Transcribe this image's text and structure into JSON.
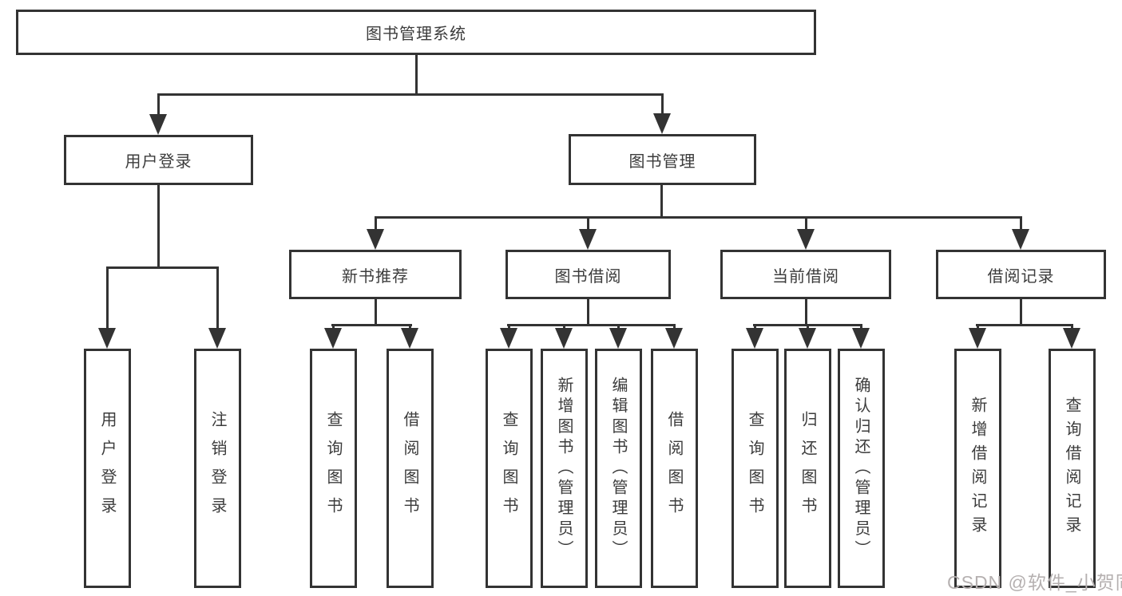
{
  "diagram": {
    "title": "图书管理系统",
    "nodes": {
      "root": "图书管理系统",
      "user_login": "用户登录",
      "book_mgmt": "图书管理",
      "new_recommend": "新书推荐",
      "book_borrow": "图书借阅",
      "current_borrow": "当前借阅",
      "borrow_record": "借阅记录"
    },
    "leaves": {
      "g1": [
        "用户登录",
        "注销登录"
      ],
      "g2": [
        "查询图书",
        "借阅图书"
      ],
      "g3": [
        "查询图书",
        "新增图书（管理员）",
        "编辑图书（管理员）",
        "借阅图书"
      ],
      "g4": [
        "查询图书",
        "归还图书",
        "确认归还（管理员）"
      ],
      "g5": [
        "新增借阅记录",
        "查询借阅记录"
      ]
    },
    "colors": {
      "line": "#333333",
      "text": "#3c3c3c",
      "background": "#ffffff",
      "watermark": "#b5b0b0"
    }
  },
  "watermark": {
    "text": "CSDN @软件_小贺同学"
  }
}
